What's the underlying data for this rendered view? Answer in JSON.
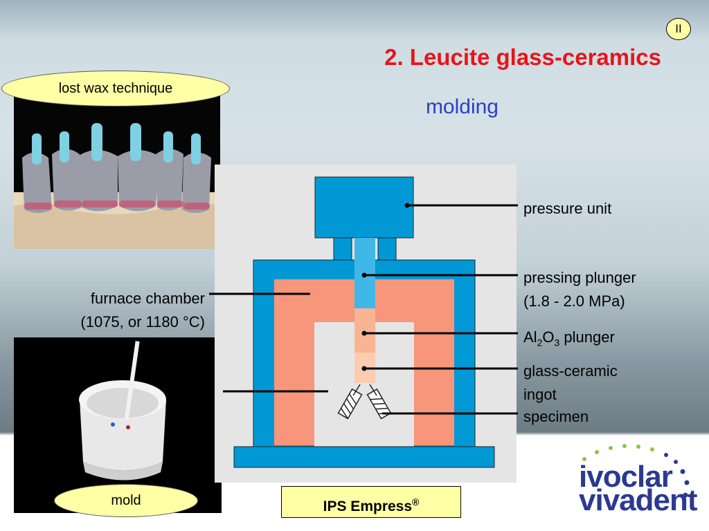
{
  "slide_number": "II",
  "title": "2. Leucite  glass-ceramics",
  "subtitle": "molding",
  "photo_top_label": "lost wax technique",
  "photo_bottom_label": "mold",
  "furnace_label": [
    "furnace chamber",
    "(1075, or 1180 °C)"
  ],
  "diagram_labels": {
    "pressure_unit": "pressure unit",
    "pressing_plunger": "pressing plunger",
    "pressing_plunger_pressure": "(1.8 - 2.0 MPa)",
    "al2o3_prefix": "Al",
    "al2o3_sub1": "2",
    "al2o3_mid": "O",
    "al2o3_sub2": "3",
    "al2o3_suffix": " plunger",
    "glass_ceramic": "glass-ceramic",
    "ingot": "ingot",
    "specimen": "specimen"
  },
  "product_label": "IPS Empress",
  "product_mark": "®",
  "logo": {
    "line1": "ivoclar",
    "line2": "vivadent"
  },
  "colors": {
    "title_red": "#e8141b",
    "subtitle_blue": "#2a3fc7",
    "label_yellow": "#ffffa6",
    "furnace_blue": "#0099d6",
    "chamber_salmon": "#f7967a",
    "plunger_light": "#f9b494"
  }
}
